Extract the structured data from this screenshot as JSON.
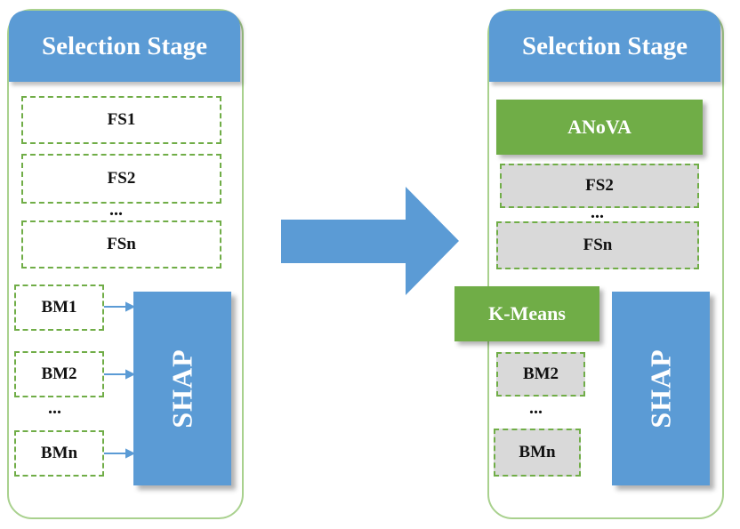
{
  "left": {
    "header": "Selection Stage",
    "fs": [
      "FS1",
      "FS2",
      "FSn"
    ],
    "fs_ellipsis": "...",
    "bm": [
      "BM1",
      "BM2",
      "BMn"
    ],
    "bm_ellipsis": "...",
    "shap": "SHAP"
  },
  "right": {
    "header": "Selection Stage",
    "anova": "ANoVA",
    "fs": [
      "FS2",
      "FSn"
    ],
    "fs_ellipsis": "...",
    "kmeans": "K-Means",
    "bm": [
      "BM2",
      "BMn"
    ],
    "bm_ellipsis": "...",
    "shap": "SHAP"
  },
  "colors": {
    "blue": "#5b9bd5",
    "green": "#70ad47",
    "border": "#a9d18e",
    "grey": "#d9d9d9"
  }
}
